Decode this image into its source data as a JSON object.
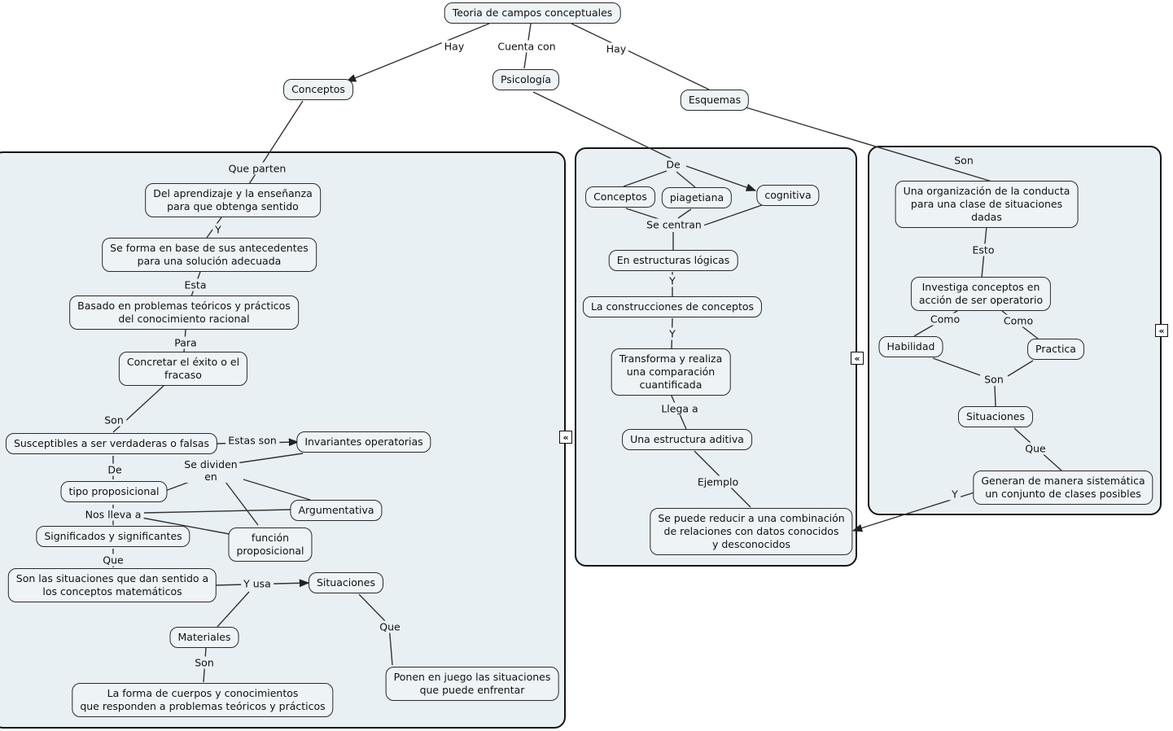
{
  "map_title": "Teoria de campos conceptuales",
  "colors": {
    "page-bg": "#ffffff",
    "panel-fill": "#e9f0f3",
    "panel-border": "#151515",
    "node-fill": "#eef4f6",
    "node-border": "#2a2a2a",
    "line": "#333333",
    "text": "#111111"
  },
  "badges": {
    "glyph": "«"
  },
  "nodes": {
    "teoria": {
      "label": "Teoria de campos conceptuales"
    },
    "conceptos_top": {
      "label": "Conceptos"
    },
    "psicologia": {
      "label": "Psicología"
    },
    "esquemas": {
      "label": "Esquemas"
    },
    "del_aprendizaje": {
      "label": "Del aprendizaje y la enseñanza\npara que obtenga sentido"
    },
    "se_forma": {
      "label": "Se forma en base de sus antecedentes\npara una solución adecuada"
    },
    "basado": {
      "label": "Basado en problemas teóricos y prácticos\ndel conocimiento racional"
    },
    "concretar": {
      "label": "Concretar el éxito o el\nfracaso"
    },
    "susceptibles": {
      "label": "Susceptibles a ser verdaderas o falsas"
    },
    "invariantes": {
      "label": "Invariantes operatorias"
    },
    "tipo_proposicional": {
      "label": "tipo proposicional"
    },
    "argumentativa": {
      "label": "Argumentativa"
    },
    "significados": {
      "label": "Significados y significantes"
    },
    "funcion_proposicional": {
      "label": "función\nproposicional"
    },
    "son_situaciones": {
      "label": "Son las situaciones que dan sentido a\nlos conceptos matemáticos"
    },
    "situaciones_1": {
      "label": "Situaciones"
    },
    "materiales": {
      "label": "Materiales"
    },
    "la_forma": {
      "label": "La forma de cuerpos y conocimientos\nque responden a problemas teóricos y prácticos"
    },
    "ponen": {
      "label": "Ponen en juego las situaciones\nque puede enfrentar"
    },
    "conceptos_mid": {
      "label": "Conceptos"
    },
    "piagetiana": {
      "label": "piagetiana"
    },
    "cognitiva": {
      "label": "cognitiva"
    },
    "estructuras_logicas": {
      "label": "En estructuras lógicas"
    },
    "construcciones": {
      "label": "La construcciones de conceptos"
    },
    "transforma": {
      "label": "Transforma y realiza\nuna comparación\ncuantificada"
    },
    "estructura_aditiva": {
      "label": "Una estructura aditiva"
    },
    "se_puede": {
      "label": "Se puede reducir a una combinación\nde relaciones con datos conocidos\ny desconocidos"
    },
    "organizacion": {
      "label": "Una organización de la conducta\npara una clase de situaciones\ndadas"
    },
    "investiga": {
      "label": "Investiga conceptos en\nacción de ser operatorio"
    },
    "habilidad": {
      "label": "Habilidad"
    },
    "practica": {
      "label": "Practica"
    },
    "situaciones_2": {
      "label": "Situaciones"
    },
    "generan": {
      "label": "Generan de manera sistemática\nun conjunto de clases posibles"
    }
  },
  "labels": {
    "hay_1": "Hay",
    "cuenta_con": "Cuenta con",
    "hay_2": "Hay",
    "que_parten": "Que parten",
    "y_1": "Y",
    "esta": "Esta",
    "para": "Para",
    "son_1": "Son",
    "estas_son": "Estas son",
    "de_1": "De",
    "se_dividen": "Se dividen\nen",
    "nos_lleva": "Nos lleva a",
    "que_1": "Que",
    "y_usa": "Y usa",
    "que_2": "Que",
    "son_2": "Son",
    "de_2": "De",
    "se_centran": "Se centran",
    "y_2": "Y",
    "y_3": "Y",
    "llega_a": "Llega a",
    "ejemplo": "Ejemplo",
    "son_3": "Son",
    "esto": "Esto",
    "como_1": "Como",
    "como_2": "Como",
    "son_4": "Son",
    "que_3": "Que",
    "y_4": "Y"
  }
}
